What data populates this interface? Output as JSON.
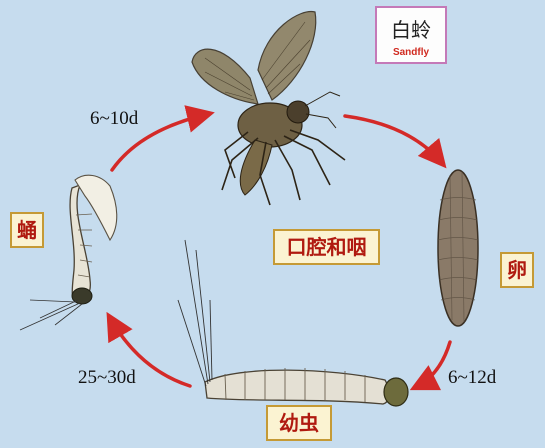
{
  "title": {
    "chinese": "白蛉",
    "english": "Sandfly"
  },
  "stages": {
    "adult": "口腔和咽",
    "egg": "卵",
    "larva": "幼虫",
    "pupa": "蛹"
  },
  "durations": {
    "pupa_to_adult": "6~10d",
    "egg_to_larva": "6~12d",
    "larva_to_pupa": "25~30d"
  },
  "colors": {
    "background": "#c6dcee",
    "arrow": "#d42a28",
    "label_text": "#b01a10",
    "label_border": "#c59a35",
    "title_border": "#c479b8"
  }
}
